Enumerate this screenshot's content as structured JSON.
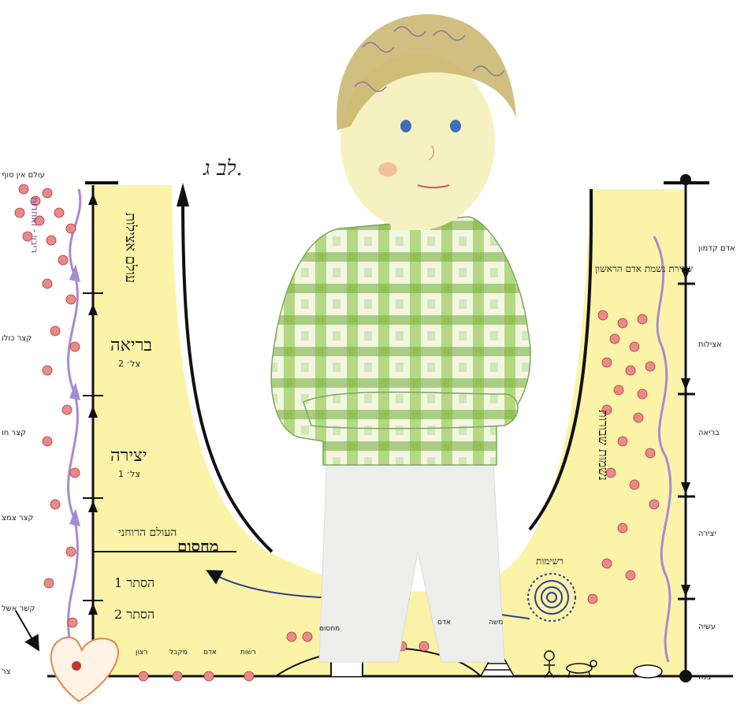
{
  "top_label": "לב ג.",
  "left_column": {
    "sections": [
      {
        "text": "עולם אצילות"
      },
      {
        "text": "בריאה",
        "sub": "צל׳ 2"
      },
      {
        "text": "יצירה",
        "sub": "צל׳ 1"
      },
      {
        "text": "העולם הרוחני"
      },
      {
        "text": "מחסום"
      },
      {
        "text": "הסתר 1"
      },
      {
        "text": "הסתר 2"
      }
    ],
    "margin_labels": [
      "עולם אין סוף",
      "קצר כולו",
      "קצר חו",
      "קצר צמצ",
      "קשר אשל",
      "צר",
      "ריבוי - ואחדות"
    ]
  },
  "right_column": {
    "region_text": "נשמות שבורות",
    "top_note": "שבירת נשמת אדם הראשון",
    "margin_labels": [
      "אדם קדמון",
      "אצילות",
      "בריאה",
      "יצירה",
      "עשיה",
      "בנה"
    ],
    "spiral_label": "רשימות"
  },
  "bottom_line": {
    "labels": [
      "רצון",
      "מקבל",
      "אדם",
      "רשות",
      "מחסום",
      "אדם",
      "משה"
    ],
    "pyramid_label": ""
  },
  "colors": {
    "yellow": "#fbf3a8",
    "purple": "#a58bd1",
    "pink": "#e88a8a",
    "dark": "#111111",
    "shirt_green": "#8bc34a"
  },
  "icons": [
    "heart-icon",
    "spiral-icon",
    "stick-figure-icon",
    "dog-icon",
    "pyramid-icon"
  ]
}
